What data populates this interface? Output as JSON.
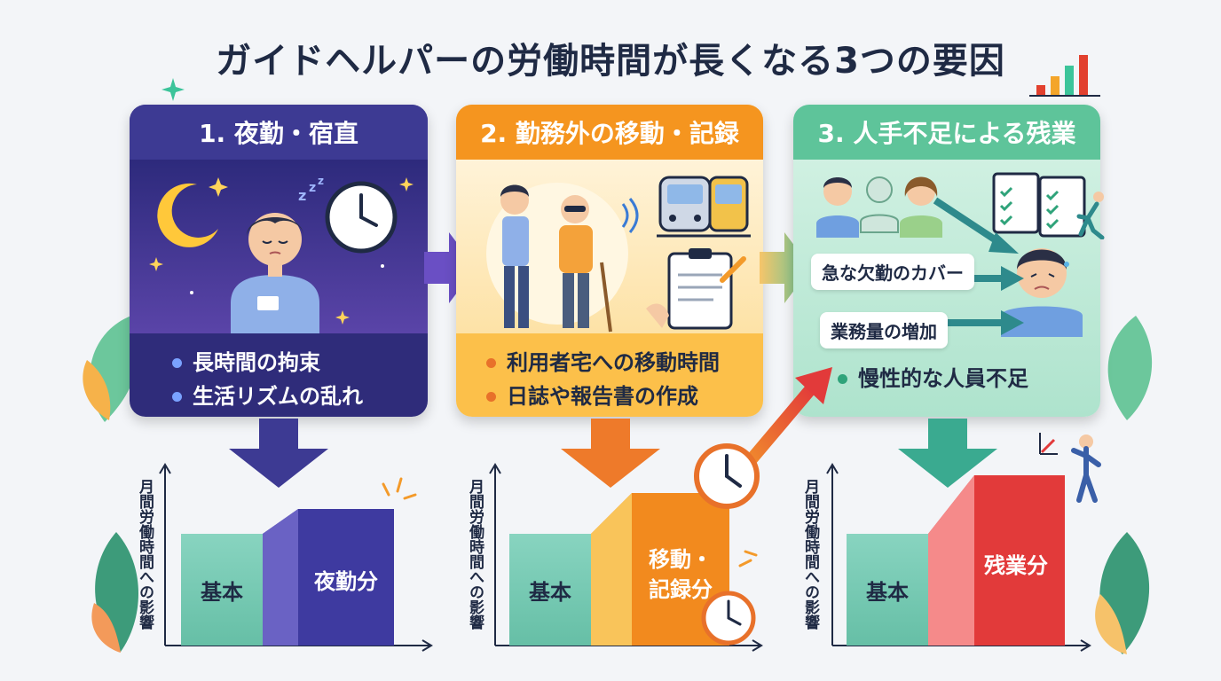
{
  "title": "ガイドヘルパーの労働時間が長くなる3つの要因",
  "factors": [
    {
      "heading": "1. 夜勤・宿直",
      "bullets": [
        "長時間の拘束",
        "生活リズムの乱れ"
      ],
      "colors": {
        "head": "#3d3a93",
        "body": "#2f2c7a",
        "text": "#ffffff",
        "dot": "#7aa2ff"
      }
    },
    {
      "heading": "2. 勤務外の移動・記録",
      "bullets": [
        "利用者宅への移動時間",
        "日誌や報告書の作成"
      ],
      "colors": {
        "head": "#f5951f",
        "body": "#fcc04a",
        "text": "#1f2a44",
        "dot": "#e8712a"
      }
    },
    {
      "heading": "3. 人手不足による残業",
      "chips": [
        "急な欠勤のカバー",
        "業務量の増加"
      ],
      "bullets": [
        "慢性的な人員不足"
      ],
      "colors": {
        "head": "#5ec49a",
        "body": "#bfead8",
        "text": "#1f2a44",
        "dot": "#2fa37a"
      }
    }
  ],
  "charts": [
    {
      "ylabel": "月間労働時間への影響",
      "base_label": "基本",
      "extra_label": "夜勤分",
      "colors": {
        "base": "#7ccdb6",
        "extra": "#3e3aa0"
      }
    },
    {
      "ylabel": "月間労働時間への影響",
      "base_label": "基本",
      "extra_label": "移動・記録分",
      "extra_label_lines": [
        "移動・",
        "記録分"
      ],
      "colors": {
        "base": "#7ccdb6",
        "extra": "#f28a1e"
      }
    },
    {
      "ylabel": "月間労働時間への影響",
      "base_label": "基本",
      "extra_label": "残業分",
      "colors": {
        "base": "#7ccdb6",
        "extra": "#e23a3a"
      }
    }
  ],
  "icons": [
    "moon-icon",
    "sleep-icon",
    "clock-icon",
    "id-badge-icon",
    "train-icon",
    "clipboard-icon",
    "checklist-icon",
    "sound-waves-icon",
    "bar-chart-icon",
    "leaf-icon"
  ]
}
